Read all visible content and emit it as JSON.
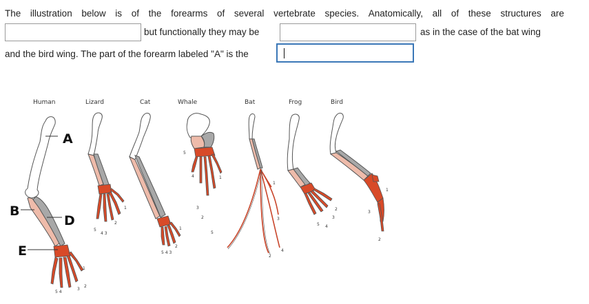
{
  "question": {
    "line1_words": [
      "The",
      "illustration",
      "below",
      "is",
      "of",
      "the",
      "forearms",
      "of",
      "several",
      "vertebrate",
      "species.",
      "Anatomically,",
      "all",
      "of",
      "these",
      "structures",
      "are"
    ],
    "segment_but": "but functionally they may be",
    "segment_as": "as in the case of the bat wing",
    "line3": "and the bird wing. The part of the forearm labeled \"A\" is the",
    "blank1_value": "",
    "blank2_value": "",
    "blank3_value": ""
  },
  "figure": {
    "species": [
      "Human",
      "Lizard",
      "Cat",
      "Whale",
      "Bat",
      "Frog",
      "Bird"
    ],
    "labels": {
      "a": "A",
      "b": "B",
      "d": "D",
      "e": "E"
    },
    "digits": {
      "one": "1",
      "two": "2",
      "three": "3",
      "four": "4",
      "five": "5",
      "five_four_three": "5 4 3",
      "five_four": "5 4",
      "four_three": "4 3"
    },
    "colors": {
      "bone_outline": "#555555",
      "humerus": "#ffffff",
      "radius": "#eebbaa",
      "ulna": "#a8a8a8",
      "hand": "#d84a28",
      "highlight_blank": "#3a77b7"
    }
  }
}
